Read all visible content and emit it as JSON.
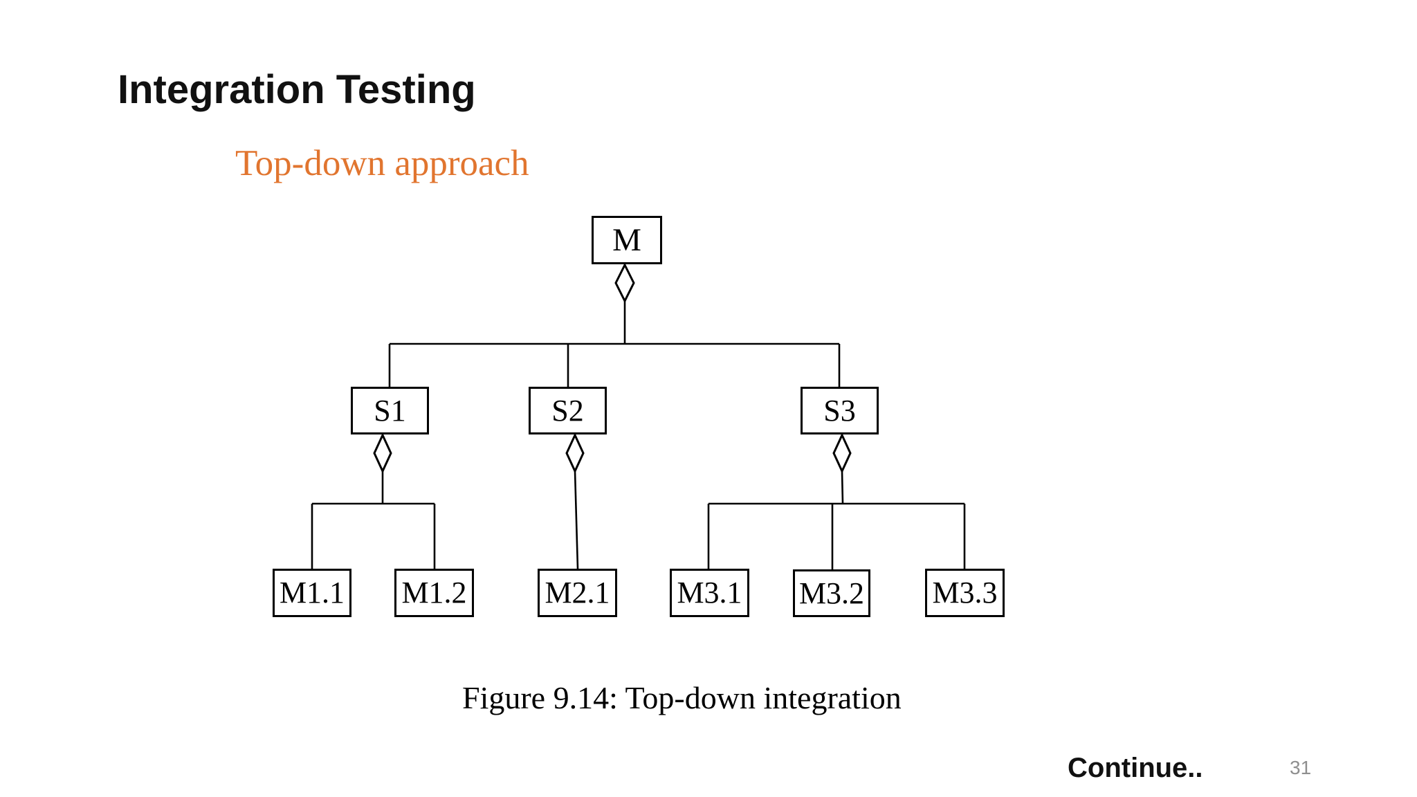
{
  "slide": {
    "title": "Integration Testing",
    "subtitle": "Top-down approach",
    "caption": "Figure 9.14: Top-down integration",
    "footer": {
      "continue_label": "Continue..",
      "page_number": "31"
    },
    "colors": {
      "background": "#ffffff",
      "title_text": "#111111",
      "subtitle_accent": "#e1752f",
      "diagram_stroke": "#000000",
      "page_number_gray": "#8f8f8f"
    }
  },
  "diagram": {
    "type": "tree",
    "description": "Top-down integration module hierarchy with hollow aggregation diamonds",
    "nodes": [
      {
        "id": "M",
        "label": "M"
      },
      {
        "id": "S1",
        "label": "S1"
      },
      {
        "id": "S2",
        "label": "S2"
      },
      {
        "id": "S3",
        "label": "S3"
      },
      {
        "id": "M1.1",
        "label": "M1.1"
      },
      {
        "id": "M1.2",
        "label": "M1.2"
      },
      {
        "id": "M2.1",
        "label": "M2.1"
      },
      {
        "id": "M3.1",
        "label": "M3.1"
      },
      {
        "id": "M3.2",
        "label": "M3.2"
      },
      {
        "id": "M3.3",
        "label": "M3.3"
      }
    ],
    "edges": [
      {
        "from": "M",
        "to": "S1"
      },
      {
        "from": "M",
        "to": "S2"
      },
      {
        "from": "M",
        "to": "S3"
      },
      {
        "from": "S1",
        "to": "M1.1"
      },
      {
        "from": "S1",
        "to": "M1.2"
      },
      {
        "from": "S2",
        "to": "M2.1"
      },
      {
        "from": "S3",
        "to": "M3.1"
      },
      {
        "from": "S3",
        "to": "M3.2"
      },
      {
        "from": "S3",
        "to": "M3.3"
      }
    ],
    "aggregation_diamonds_under": [
      "M",
      "S1",
      "S2",
      "S3"
    ]
  }
}
